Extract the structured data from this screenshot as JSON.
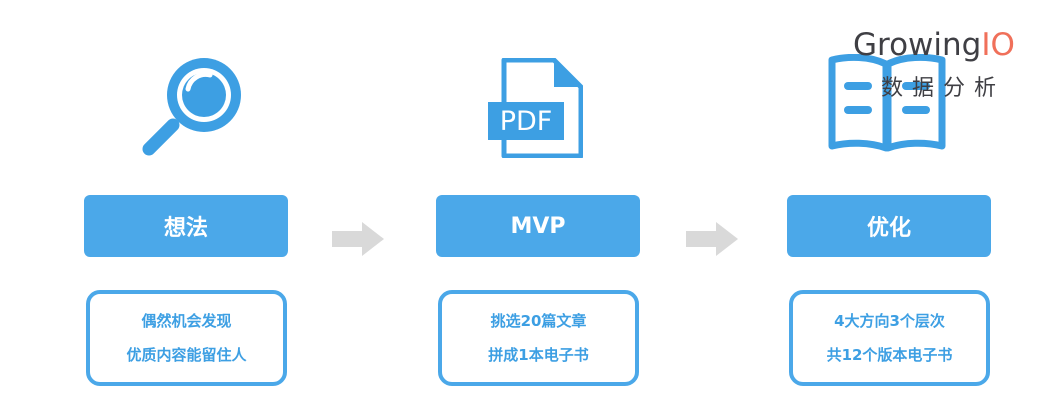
{
  "brand": {
    "name_main": "Growing",
    "name_accent": "IO",
    "subtitle": "数据分析",
    "main_color": "#3f3f44",
    "accent_color": "#f0705a"
  },
  "colors": {
    "box_fill": "#4ba8e9",
    "box_text": "#ffffff",
    "desc_text": "#3d9fe3",
    "arrow": "#d9d9d9"
  },
  "stages": [
    {
      "icon": "magnifier-icon",
      "label": "想法",
      "lines": [
        "偶然机会发现",
        "优质内容能留住人"
      ]
    },
    {
      "icon": "pdf-file-icon",
      "badge": "PDF",
      "label": "MVP",
      "lines": [
        "挑选20篇文章",
        "拼成1本电子书"
      ]
    },
    {
      "icon": "open-book-icon",
      "label": "优化",
      "lines": [
        "4大方向3个层次",
        "共12个版本电子书"
      ]
    }
  ]
}
